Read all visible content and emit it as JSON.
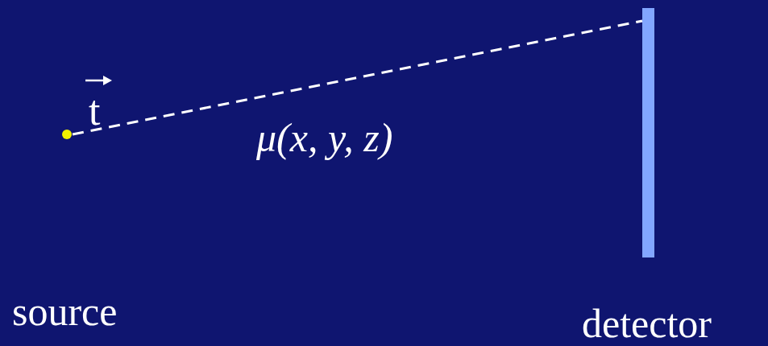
{
  "diagram": {
    "nodes": [
      {
        "text": [
          "μ(x, y, z)"
        ]
      }
    ],
    "labels": [
      "t",
      "source",
      "detector"
    ]
  }
}
